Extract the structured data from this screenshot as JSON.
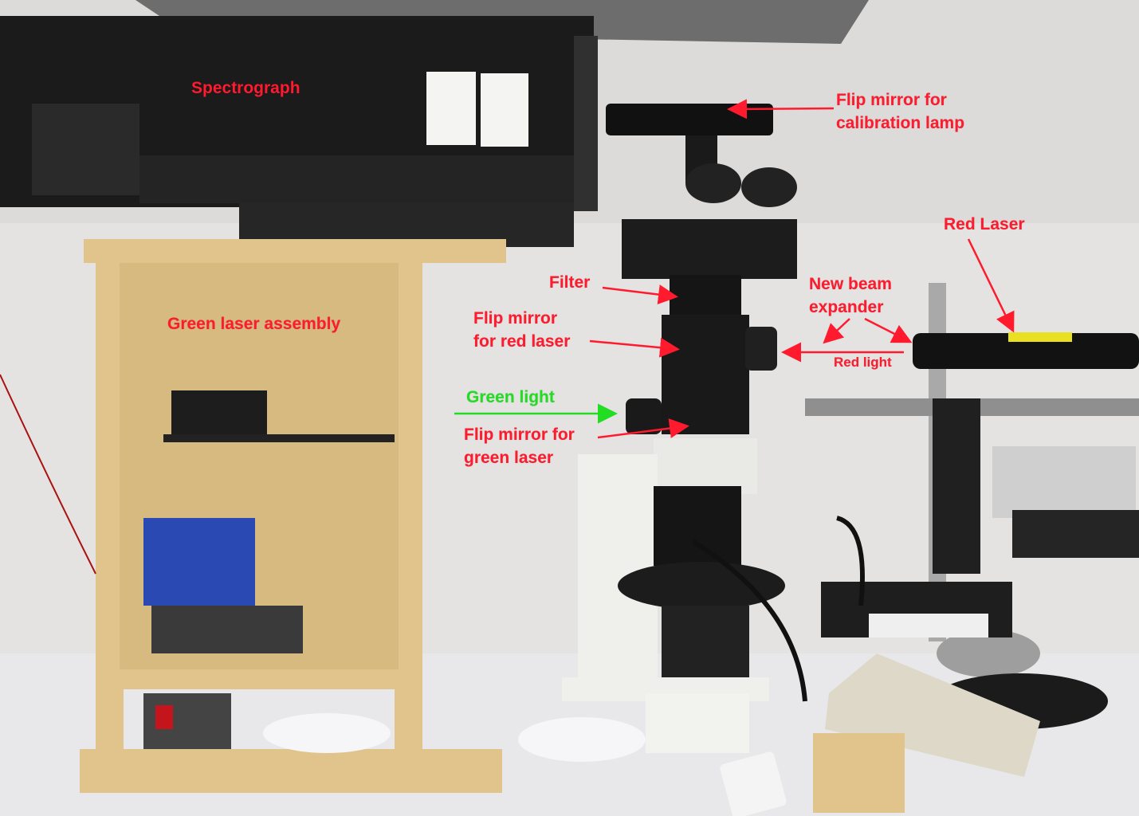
{
  "labels": {
    "spectrograph": "Spectrograph",
    "flip_calib": [
      "Flip mirror for",
      "calibration lamp"
    ],
    "red_laser": "Red Laser",
    "filter": "Filter",
    "beam_expander": [
      "New beam",
      "expander"
    ],
    "green_laser_assembly": "Green laser assembly",
    "flip_red": [
      "Flip mirror",
      "for red laser"
    ],
    "red_light": "Red light",
    "green_light": "Green light",
    "flip_green": [
      "Flip mirror for",
      "green laser"
    ]
  },
  "colors": {
    "label": "#ff1a2e",
    "green_label": "#22dd22"
  }
}
